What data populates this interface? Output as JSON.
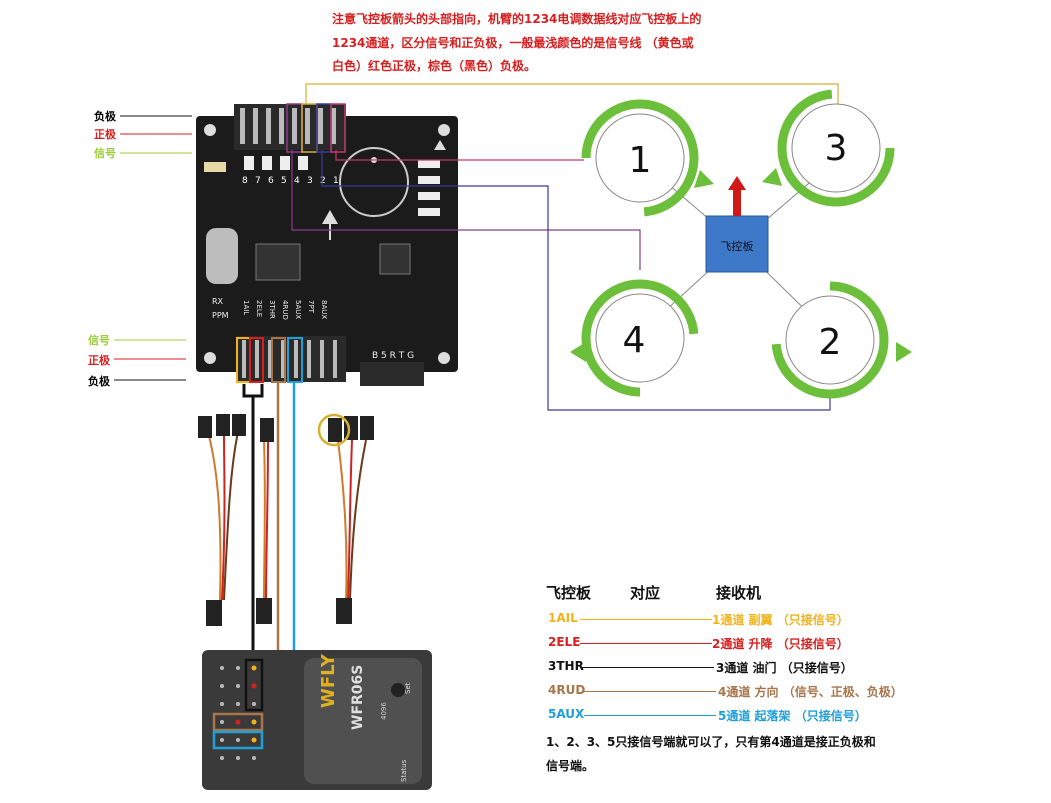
{
  "note": {
    "line1": "注意飞控板箭头的头部指向，机臂的1234电调数据线对应飞控板上的",
    "line2": "1234通道，区分信号和正负极，一般最浅颜色的是信号线 （黄色或",
    "line3": "白色）红色正极，棕色（黑色）负极。"
  },
  "top_wire_labels": [
    {
      "text": "负极",
      "color": "#111111"
    },
    {
      "text": "正极",
      "color": "#d81e1e"
    },
    {
      "text": "信号",
      "color": "#9ccc3c"
    }
  ],
  "bottom_wire_labels": [
    {
      "text": "信号",
      "color": "#9ccc3c"
    },
    {
      "text": "正极",
      "color": "#d81e1e"
    },
    {
      "text": "负极",
      "color": "#111111"
    }
  ],
  "board": {
    "pins_top": [
      "8",
      "7",
      "6",
      "5",
      "4",
      "3",
      "2",
      "1"
    ],
    "left_labels": [
      "RX",
      "PPM"
    ],
    "bottom_labels": [
      "1AIL",
      "2ELE",
      "3THR",
      "4RUD",
      "5AUX",
      "7PT",
      "8AUX"
    ],
    "right_label": "B 5 R T G"
  },
  "quad": {
    "center_label": "飞控板",
    "motors": [
      "1",
      "3",
      "4",
      "2"
    ],
    "colors": {
      "ring": "#6cbf3a",
      "body": "#3e78c8",
      "arrow": "#d01818"
    }
  },
  "receiver": {
    "brand": "WFLY",
    "model": "WFR06S",
    "sub": "4096",
    "set_label": "Set",
    "status_label": "Status"
  },
  "mapping": {
    "headers": [
      "飞控板",
      "对应",
      "接收机"
    ],
    "rows": [
      {
        "left": "1AIL",
        "right": "1通道 副翼 （只接信号）",
        "color": "#f2b21a"
      },
      {
        "left": "2ELE",
        "right": "2通道 升降 （只接信号）",
        "color": "#d81e1e"
      },
      {
        "left": "3THR",
        "right": "3通道 油门 （只接信号）",
        "color": "#111111"
      },
      {
        "left": "4RUD",
        "right": "4通道 方向 （信号、正极、负极）",
        "color": "#a9754a"
      },
      {
        "left": "5AUX",
        "right": "5通道 起落架 （只接信号）",
        "color": "#1f9fd8"
      }
    ],
    "footnote_line1": "1、2、3、5只接信号端就可以了，只有第4通道是接正负极和",
    "footnote_line2": "信号端。"
  }
}
